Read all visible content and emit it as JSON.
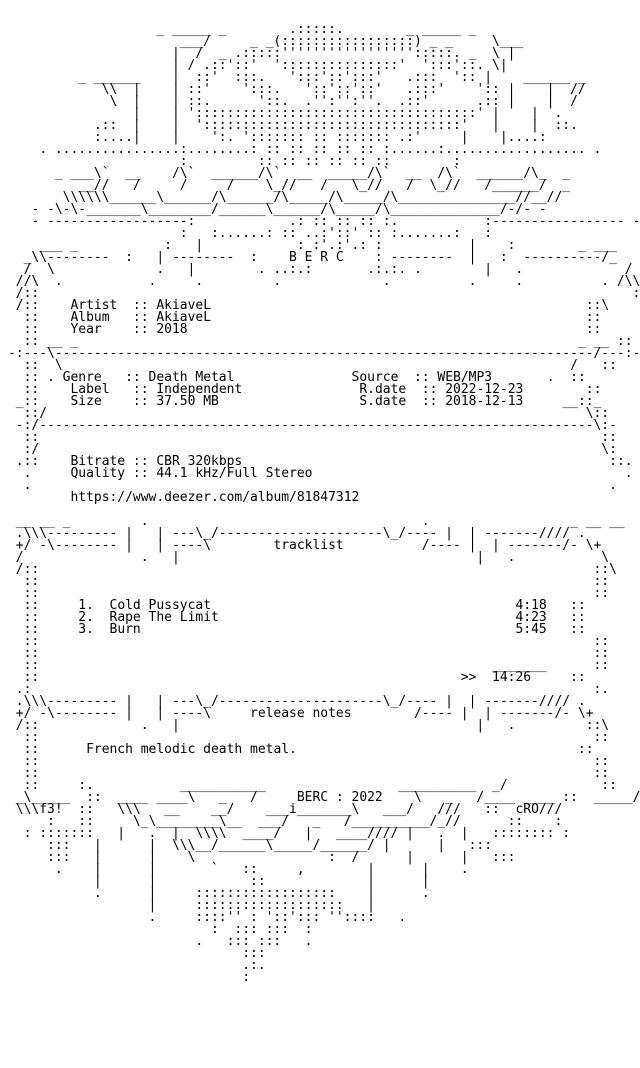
{
  "release": {
    "artist_label": "Artist",
    "artist": "AkiaveL",
    "album_label": "Album",
    "album": "AkiaveL",
    "year_label": "Year",
    "year": "2018",
    "genre_label": "Genre",
    "genre": "Death Metal",
    "label_label": "Label",
    "label": "Independent",
    "size_label": "Size",
    "size": "37.50 MB",
    "source_label": "Source",
    "source": "WEB/MP3",
    "rdate_label": "R.date",
    "rdate": "2022-12-23",
    "sdate_label": "S.date",
    "sdate": "2018-12-13",
    "bitrate_label": "Bitrate",
    "bitrate": "CBR 320kbps",
    "quality_label": "Quality",
    "quality": "44.1 kHz/Full Stereo",
    "url": "https://www.deezer.com/album/81847312"
  },
  "header": {
    "group_name": "B E R C"
  },
  "tracklist": {
    "title": "tracklist",
    "tracks": [
      {
        "num": "1.",
        "title": "Cold Pussycat",
        "time": "4:18"
      },
      {
        "num": "2.",
        "title": "Rape The Limit",
        "time": "4:23"
      },
      {
        "num": "3.",
        "title": "Burn",
        "time": "5:45"
      }
    ],
    "total_marker": ">>",
    "total": "14:26"
  },
  "notes": {
    "title": "release notes",
    "text": "French melodic death metal."
  },
  "footer": {
    "group": "BERC",
    "year": "2022",
    "left_tag": "f3!",
    "right_tag": "cRO"
  }
}
